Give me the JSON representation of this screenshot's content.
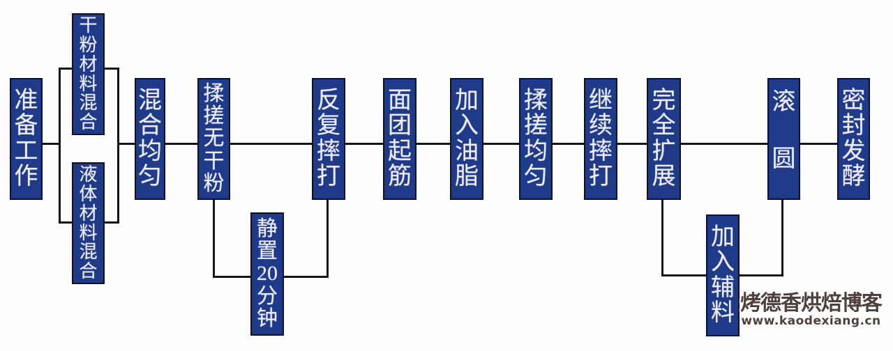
{
  "flowchart": {
    "colors": {
      "background": "#fdfdfd",
      "box_fill": "#1f3a88",
      "box_border": "#0c1226",
      "box_text": "#edecf6",
      "line": "#141414"
    },
    "nodes": [
      {
        "id": "prepare",
        "label": "准备工作",
        "lines": [
          "准",
          "备",
          "工",
          "作"
        ]
      },
      {
        "id": "dry-mix",
        "label": "干粉材料混合",
        "lines": [
          "干",
          "粉",
          "材",
          "料",
          "混",
          "合"
        ]
      },
      {
        "id": "liquid-mix",
        "label": "液体材料混合",
        "lines": [
          "液",
          "体",
          "材",
          "料",
          "混",
          "合"
        ]
      },
      {
        "id": "mix-even",
        "label": "混合均匀",
        "lines": [
          "混",
          "合",
          "均",
          "匀"
        ]
      },
      {
        "id": "knead-no-dry-flour",
        "label": "揉搓无干粉",
        "lines": [
          "揉",
          "搓",
          "无",
          "干",
          "粉"
        ]
      },
      {
        "id": "rest-20-min",
        "label": "静置20分钟",
        "lines": [
          "静",
          "置",
          "20",
          "分",
          "钟"
        ]
      },
      {
        "id": "repeated-slapping",
        "label": "反复摔打",
        "lines": [
          "反",
          "复",
          "摔",
          "打"
        ]
      },
      {
        "id": "dough-gluten",
        "label": "面团起筋",
        "lines": [
          "面",
          "团",
          "起",
          "筋"
        ]
      },
      {
        "id": "add-oil",
        "label": "加入油脂",
        "lines": [
          "加",
          "入",
          "油",
          "脂"
        ]
      },
      {
        "id": "knead-evenly",
        "label": "揉搓均匀",
        "lines": [
          "揉",
          "搓",
          "均",
          "匀"
        ]
      },
      {
        "id": "continue-slapping",
        "label": "继续摔打",
        "lines": [
          "继",
          "续",
          "摔",
          "打"
        ]
      },
      {
        "id": "full-expansion",
        "label": "完全扩展",
        "lines": [
          "完",
          "全",
          "扩",
          "展"
        ]
      },
      {
        "id": "add-extras",
        "label": "加入辅料",
        "lines": [
          "加",
          "入",
          "辅",
          "料"
        ]
      },
      {
        "id": "rounding",
        "label": "滚圆",
        "lines": [
          "滚",
          "圆"
        ]
      },
      {
        "id": "sealed-fermentation",
        "label": "密封发酵",
        "lines": [
          "密",
          "封",
          "发",
          "酵"
        ]
      }
    ],
    "edges": [
      {
        "from": "prepare",
        "to": "dry-mix"
      },
      {
        "from": "prepare",
        "to": "liquid-mix"
      },
      {
        "from": "dry-mix",
        "to": "mix-even"
      },
      {
        "from": "liquid-mix",
        "to": "mix-even"
      },
      {
        "from": "mix-even",
        "to": "knead-no-dry-flour"
      },
      {
        "from": "knead-no-dry-flour",
        "to": "repeated-slapping"
      },
      {
        "from": "knead-no-dry-flour",
        "to": "rest-20-min"
      },
      {
        "from": "rest-20-min",
        "to": "repeated-slapping"
      },
      {
        "from": "repeated-slapping",
        "to": "dough-gluten"
      },
      {
        "from": "dough-gluten",
        "to": "add-oil"
      },
      {
        "from": "add-oil",
        "to": "knead-evenly"
      },
      {
        "from": "knead-evenly",
        "to": "continue-slapping"
      },
      {
        "from": "continue-slapping",
        "to": "full-expansion"
      },
      {
        "from": "full-expansion",
        "to": "rounding"
      },
      {
        "from": "full-expansion",
        "to": "add-extras"
      },
      {
        "from": "add-extras",
        "to": "rounding"
      },
      {
        "from": "rounding",
        "to": "sealed-fermentation"
      }
    ]
  },
  "watermark": {
    "title": "烤德香烘焙博客",
    "url": "www.kaodexiang.cn",
    "color": "#4e413c"
  }
}
